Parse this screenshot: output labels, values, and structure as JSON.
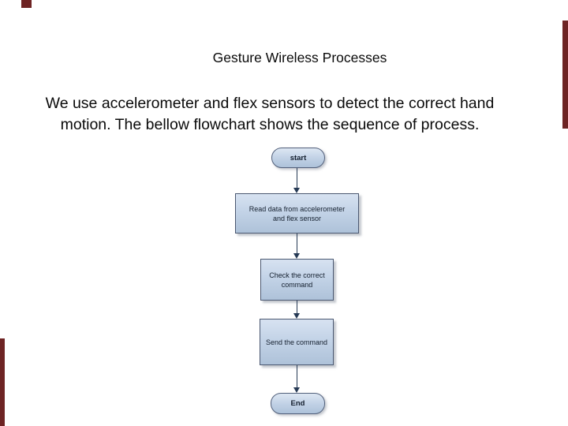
{
  "slide": {
    "title": "Gesture Wireless Processes",
    "body": {
      "text": "We use accelerometer and flex sensors to detect the correct hand motion. The bellow flowchart shows the sequence of process.",
      "line1": "We use accelerometer and flex sensors to detect the correct hand",
      "line2": "motion. The bellow flowchart shows the sequence of process."
    }
  },
  "flowchart": {
    "direction": "top-to-bottom",
    "nodes": [
      {
        "id": "start",
        "type": "terminator",
        "label": "start"
      },
      {
        "id": "read",
        "type": "process",
        "label": "Read data from accelerometer and flex sensor",
        "lines": [
          "Read data from accelerometer",
          "and flex sensor"
        ]
      },
      {
        "id": "check",
        "type": "process",
        "label": "Check the correct command",
        "lines": [
          "Check the correct",
          "command"
        ]
      },
      {
        "id": "send",
        "type": "process",
        "label": "Send the command",
        "lines": [
          "Send the command"
        ]
      },
      {
        "id": "end",
        "type": "terminator",
        "label": "End"
      }
    ],
    "connections": [
      {
        "from": "start",
        "to": "read"
      },
      {
        "from": "read",
        "to": "check"
      },
      {
        "from": "check",
        "to": "send"
      },
      {
        "from": "send",
        "to": "end"
      }
    ]
  },
  "colors": {
    "edge_mark": "#6e2424",
    "node_fill_light": "#d7e2f1",
    "node_fill_dark": "#aec2d9",
    "node_border": "#4b5871",
    "arrow": "#263a55",
    "node_text": "#15202f",
    "page_background": "#ffffff"
  }
}
